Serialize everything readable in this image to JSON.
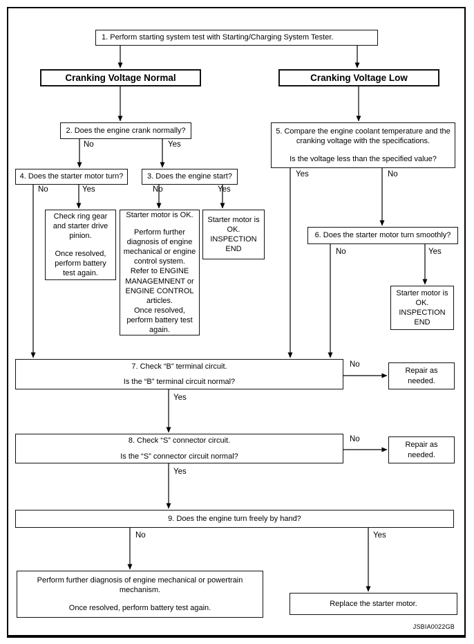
{
  "figure_code": "JSBIA0022GB",
  "colors": {
    "line": "#000000",
    "background": "#ffffff",
    "text": "#000000"
  },
  "labels": {
    "yes": "Yes",
    "no": "No"
  },
  "nodes": {
    "step1": "1. Perform starting system test with Starting/Charging System Tester.",
    "header_normal": "Cranking Voltage Normal",
    "header_low": "Cranking Voltage Low",
    "step2": "2. Does the engine crank normally?",
    "step3": "3. Does the engine start?",
    "step4": "4. Does the starter motor turn?",
    "step5": {
      "p1": "5. Compare the engine coolant temperature and the cranking voltage with the specifications.",
      "p2": "Is the voltage less than the specified value?"
    },
    "step6": "6. Does the starter motor turn smoothly?",
    "step7": {
      "p1": "7. Check “B” terminal circuit.",
      "p2": "Is the “B” terminal circuit normal?"
    },
    "step8": {
      "p1": "8. Check “S” connector circuit.",
      "p2": "Is the “S” connector circuit normal?"
    },
    "step9": "9. Does the engine turn freely by hand?",
    "check_ring_gear": {
      "p1": "Check ring gear and starter drive pinion.",
      "p2": "Once resolved, perform battery test again."
    },
    "starter_ok_diagnosis": {
      "p1": "Starter motor is OK.",
      "p2": "Perform further diagnosis of engine mechanical or engine control system.",
      "p3": "Refer to ENGINE MANAGEMNENT or ENGINE CONTROL articles.",
      "p4": "Once resolved, perform battery test again."
    },
    "inspection_end": {
      "p1": "Starter motor is OK.",
      "p2": "INSPECTION END"
    },
    "repair": "Repair as needed.",
    "further_diagnosis": {
      "p1": "Perform further diagnosis of engine mechanical or powertrain mechanism.",
      "p2": "Once resolved, perform battery test again."
    },
    "replace_starter": "Replace the starter motor."
  }
}
